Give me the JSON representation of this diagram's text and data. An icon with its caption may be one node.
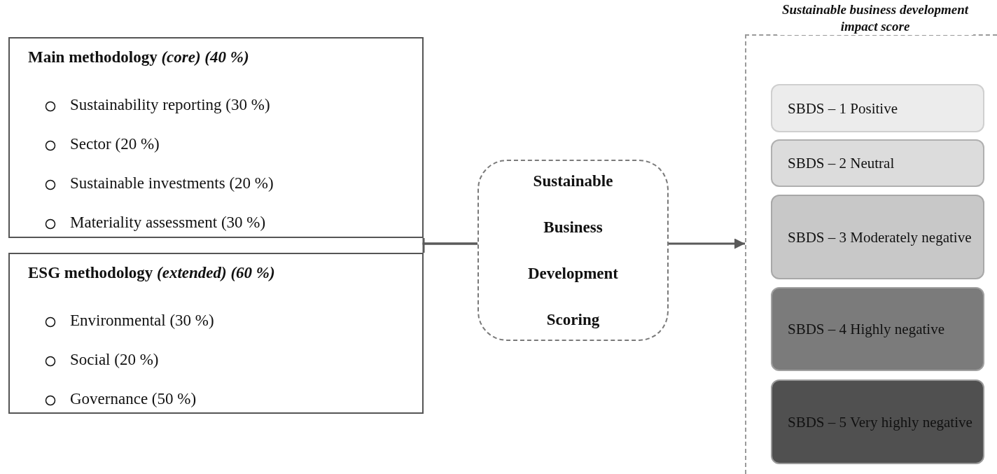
{
  "diagram": {
    "nodes": [
      {
        "text": [
          "Main methodology *(core) (40 %)*",
          "Sustainability reporting (30 %)",
          "Sector (20 %)",
          "Sustainable investments (20 %)",
          "Materiality assessment (30 %)"
        ]
      },
      {
        "text": [
          "ESG methodology *(extended) (60 %)*",
          "Environmental (30 %)",
          "Social (20 %)",
          "Governance (50 %)"
        ]
      },
      {
        "text": [
          "Sustainable Business Development Scoring"
        ]
      },
      {
        "text": [
          "Sustainable business development impact score"
        ]
      },
      {
        "text": [
          "SBDS – 1 Positive"
        ],
        "in": 3
      },
      {
        "text": [
          "SBDS – 2 Neutral"
        ],
        "in": 3
      },
      {
        "text": [
          "SBDS – 3 Moderately negative"
        ],
        "in": 3
      },
      {
        "text": [
          "SBDS – 4 Highly negative"
        ],
        "in": 3
      },
      {
        "text": [
          "SBDS – 5 Very highly negative"
        ],
        "in": 3
      }
    ],
    "edges": [
      {
        "from": 0,
        "to": 2,
        "arrow": "none"
      },
      {
        "from": 1,
        "to": 2,
        "arrow": "none"
      },
      {
        "from": 2,
        "to": 3,
        "arrow": "to"
      }
    ]
  }
}
